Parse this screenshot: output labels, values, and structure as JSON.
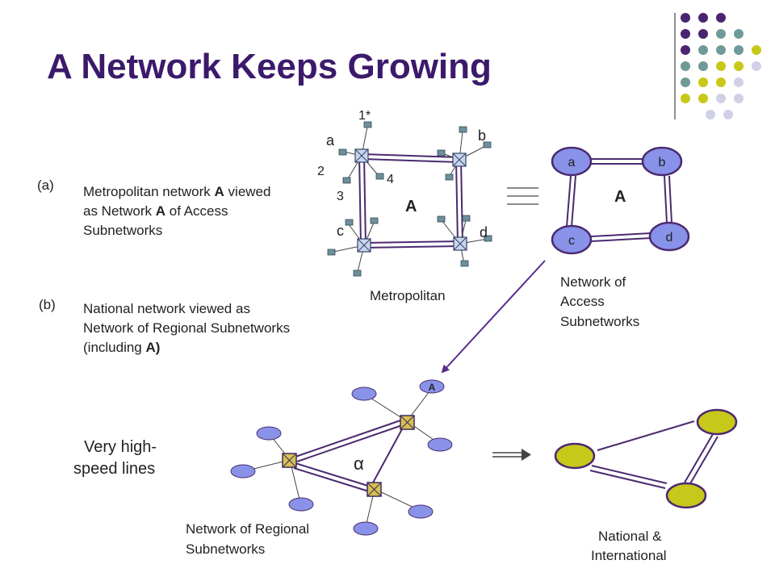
{
  "slide": {
    "title": "A Network Keeps Growing"
  },
  "part_a": {
    "tag": "(a)",
    "desc_prefix": "Metropolitan network ",
    "desc_bold1": "A",
    "desc_middle": " viewed as Network ",
    "desc_bold2": "A",
    "desc_suffix": " of Access Subnetworks"
  },
  "part_b": {
    "tag": "(b)",
    "desc_prefix": "National network viewed as Network of Regional Subnetworks (including ",
    "desc_bold": "A)"
  },
  "metro": {
    "label_1": "1*",
    "label_2": "2",
    "label_3": "3",
    "label_4": "4",
    "label_a": "a",
    "label_b": "b",
    "label_c": "c",
    "label_d": "d",
    "center": "A",
    "caption": "Metropolitan"
  },
  "access": {
    "node_a": "a",
    "node_b": "b",
    "node_c": "c",
    "node_d": "d",
    "center": "A",
    "caption_line1": "Network of",
    "caption_line2": "Access",
    "caption_line3": "Subnetworks"
  },
  "regional": {
    "node_A": "A",
    "alpha": "α",
    "caption_line1": "Network of Regional",
    "caption_line2": "Subnetworks"
  },
  "highspeed": {
    "line1": "Very high-",
    "line2": "speed lines"
  },
  "national": {
    "caption_line1": "National &",
    "caption_line2": "International"
  },
  "colors": {
    "title": "#3b1a6b",
    "line": "#4b2a70",
    "switch_fill": "#c9d4ee",
    "switch_border": "#334466",
    "terminal": "#6f8f9c",
    "access_node": "#8892e8",
    "regional_node": "#8892e8",
    "national_node": "#c8c81a",
    "switch_gold": "#d7c050",
    "dot_purple": "#4b2470",
    "dot_teal": "#6f9a9a",
    "dot_yellow": "#c8c81a",
    "dot_lavender": "#d0d0e6"
  }
}
